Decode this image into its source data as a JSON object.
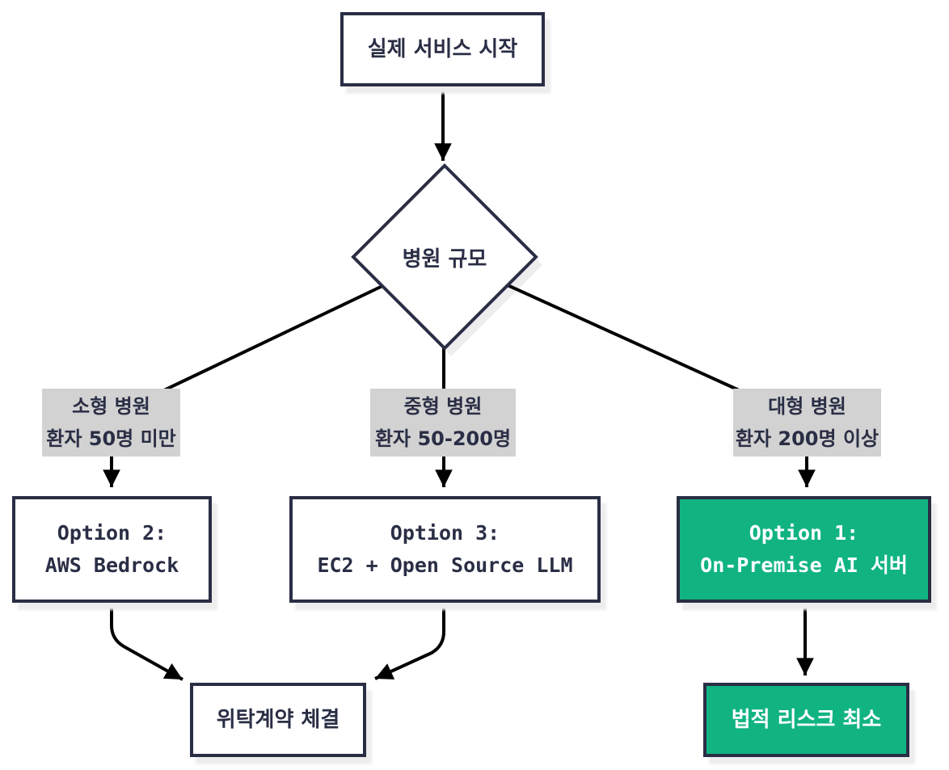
{
  "diagram": {
    "type": "flowchart",
    "direction": "top-down",
    "nodes": {
      "start": {
        "shape": "rect",
        "label": "실제 서비스 시작"
      },
      "decision": {
        "shape": "diamond",
        "label": "병원 규모"
      },
      "opt2": {
        "shape": "rect",
        "line1": "Option 2:",
        "line2": "AWS Bedrock"
      },
      "opt3": {
        "shape": "rect",
        "line1": "Option 3:",
        "line2": "EC2 + Open Source LLM"
      },
      "opt1": {
        "shape": "rect",
        "line1": "Option 1:",
        "line2": "On-Premise AI 서버",
        "highlighted": true
      },
      "contract": {
        "shape": "rect",
        "label": "위탁계약 체결"
      },
      "legal": {
        "shape": "rect",
        "label": "법적 리스크 최소",
        "highlighted": true
      }
    },
    "edge_labels": {
      "small": {
        "line1": "소형 병원",
        "line2": "환자 50명 미만"
      },
      "medium": {
        "line1": "중형 병원",
        "line2": "환자 50-200명"
      },
      "large": {
        "line1": "대형 병원",
        "line2": "환자 200명 이상"
      }
    },
    "edges": [
      {
        "from": "start",
        "to": "decision"
      },
      {
        "from": "decision",
        "to": "opt2",
        "label": "small"
      },
      {
        "from": "decision",
        "to": "opt3",
        "label": "medium"
      },
      {
        "from": "decision",
        "to": "opt1",
        "label": "large"
      },
      {
        "from": "opt2",
        "to": "contract"
      },
      {
        "from": "opt3",
        "to": "contract"
      },
      {
        "from": "opt1",
        "to": "legal"
      }
    ],
    "colors": {
      "background": "#ffffff",
      "node_border": "#2a2e45",
      "node_fill": "#ffffff",
      "node_text": "#2a2e45",
      "highlight_fill": "#11b481",
      "highlight_text": "#ffffff",
      "edge_label_bg": "#d2d2d2",
      "edge_stroke": "#000000",
      "shadow": "#ededed"
    }
  }
}
